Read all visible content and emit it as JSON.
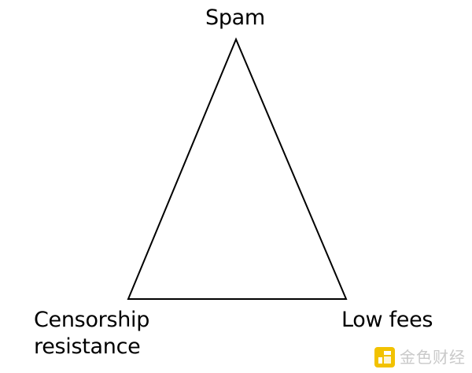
{
  "diagram": {
    "vertices": {
      "top": "Spam",
      "bottom_left": [
        "Censorship",
        "resistance"
      ],
      "bottom_right": "Low fees"
    },
    "line_color": "#000000"
  },
  "watermark": {
    "text": "金色财经",
    "logo_icon": "gold-square-logo-icon",
    "logo_color": "#f2c200",
    "text_color": "#c9c9c9"
  }
}
